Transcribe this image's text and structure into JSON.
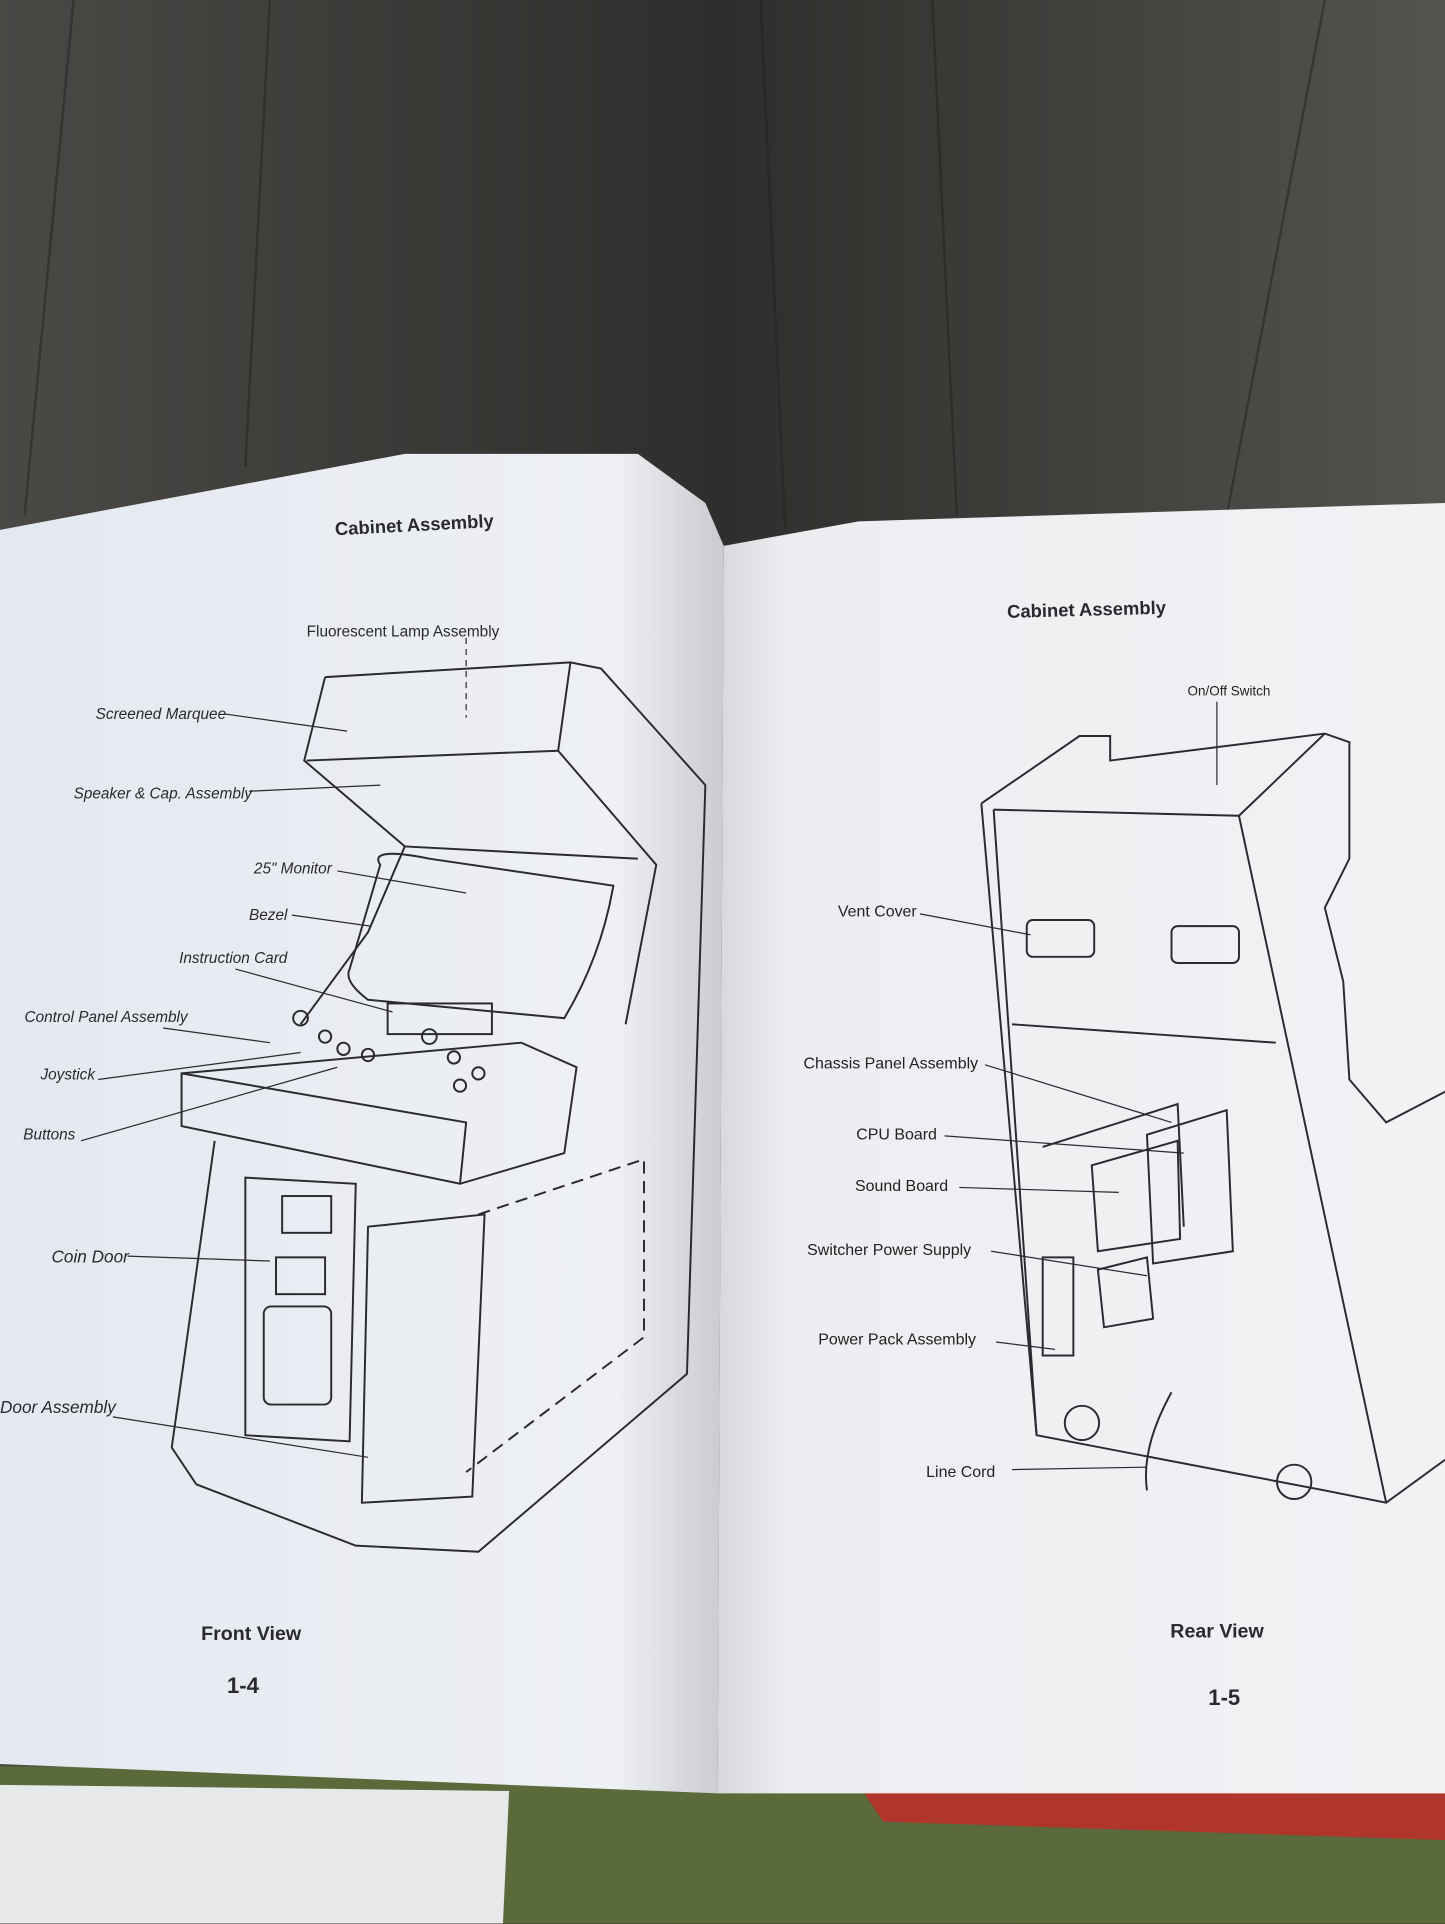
{
  "left_page": {
    "title": "Cabinet Assembly",
    "labels": {
      "fluorescent": "Fluorescent Lamp Assembly",
      "marquee": "Screened Marquee",
      "speaker": "Speaker & Cap. Assembly",
      "monitor": "25\" Monitor",
      "bezel": "Bezel",
      "instruction": "Instruction Card",
      "control_panel": "Control Panel Assembly",
      "joystick": "Joystick",
      "buttons": "Buttons",
      "coin_door": "Coin Door",
      "door_assembly": "Door Assembly"
    },
    "view": "Front View",
    "page_number": "1-4"
  },
  "right_page": {
    "title": "Cabinet Assembly",
    "labels": {
      "switch": "On/Off Switch",
      "vent": "Vent Cover",
      "chassis": "Chassis Panel Assembly",
      "cpu": "CPU Board",
      "sound": "Sound Board",
      "switcher": "Switcher Power Supply",
      "power_pack": "Power Pack Assembly",
      "line_cord": "Line Cord"
    },
    "view": "Rear View",
    "page_number": "1-5"
  }
}
